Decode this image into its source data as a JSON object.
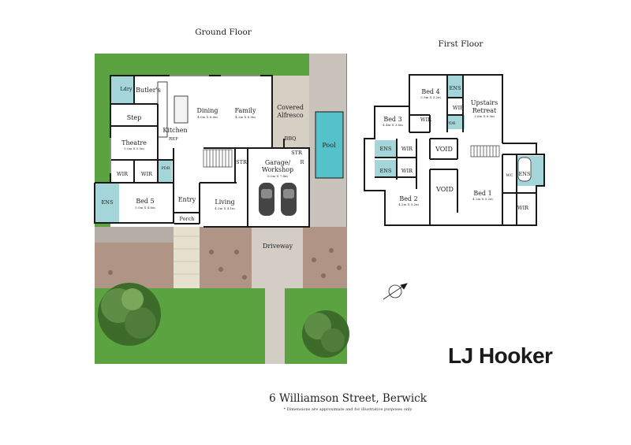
{
  "headings": {
    "ground_floor": "Ground Floor",
    "first_floor": "First Floor"
  },
  "ground_rooms": {
    "laundry": "Ldry",
    "butlers": "Butler's",
    "dining": {
      "name": "Dining",
      "dims": "4.0m X 6.6m"
    },
    "family": {
      "name": "Family",
      "dims": "4.2m X 6.9m"
    },
    "alfresco": {
      "line1": "Covered",
      "line2": "Alfresco"
    },
    "step": "Step",
    "kitchen": "Kitchen",
    "ref": "REF",
    "bbq": "BBQ",
    "theatre": {
      "name": "Theatre",
      "dims": "5.0m X 5.5m"
    },
    "wir1": "WIR",
    "wir2": "WIR",
    "pdr": "PDR",
    "str1": "STR",
    "garage": {
      "line1": "Garage/",
      "line2": "Workshop",
      "dims": "6.0m X 7.4m"
    },
    "str2": "STR",
    "r": "R",
    "pool": "Pool",
    "ens": "ENS",
    "bed5": {
      "name": "Bed 5",
      "dims": "5.0m X 4.6m"
    },
    "entry": "Entry",
    "living": {
      "name": "Living",
      "dims": "4.2m X 4.1m"
    },
    "porch": "Porch",
    "driveway": "Driveway"
  },
  "first_rooms": {
    "bed4": {
      "name": "Bed 4",
      "dims": "3.9m X 3.2m"
    },
    "ens_top": "ENS",
    "wir_top": "WIR",
    "pdr": "PDR",
    "retreat": {
      "line1": "Upstairs",
      "line2": "Retreat",
      "dims": "3.6m X 6.9m"
    },
    "bed3": {
      "name": "Bed 3",
      "dims": "4.4m X 3.6m"
    },
    "wir_bed3": "WIR",
    "ens_a": "ENS",
    "wir_a": "WIR",
    "ens_b": "ENS",
    "wir_b": "WIR",
    "void_top": "VOID",
    "void_mid": "VOID",
    "bed2": {
      "name": "Bed 2",
      "dims": "4.2m X 5.2m"
    },
    "bed1": {
      "name": "Bed 1",
      "dims": "4.2m X 5.2m"
    },
    "wc": "WC",
    "ens_right": "ENS",
    "wir_right": "WIR"
  },
  "brand": "LJ Hooker",
  "address": "6 Williamson Street, Berwick",
  "disclaimer": "* Dimensions are approximate and for illustrative purposes only",
  "colors": {
    "lawn": "#5aa340",
    "paving": "#c9c3bb",
    "brick": "#b09587",
    "water": "#55c2c9",
    "wet_area": "#a4d5d9",
    "alfresco": "#d6cfc3",
    "wall": "#1a1a1a"
  }
}
